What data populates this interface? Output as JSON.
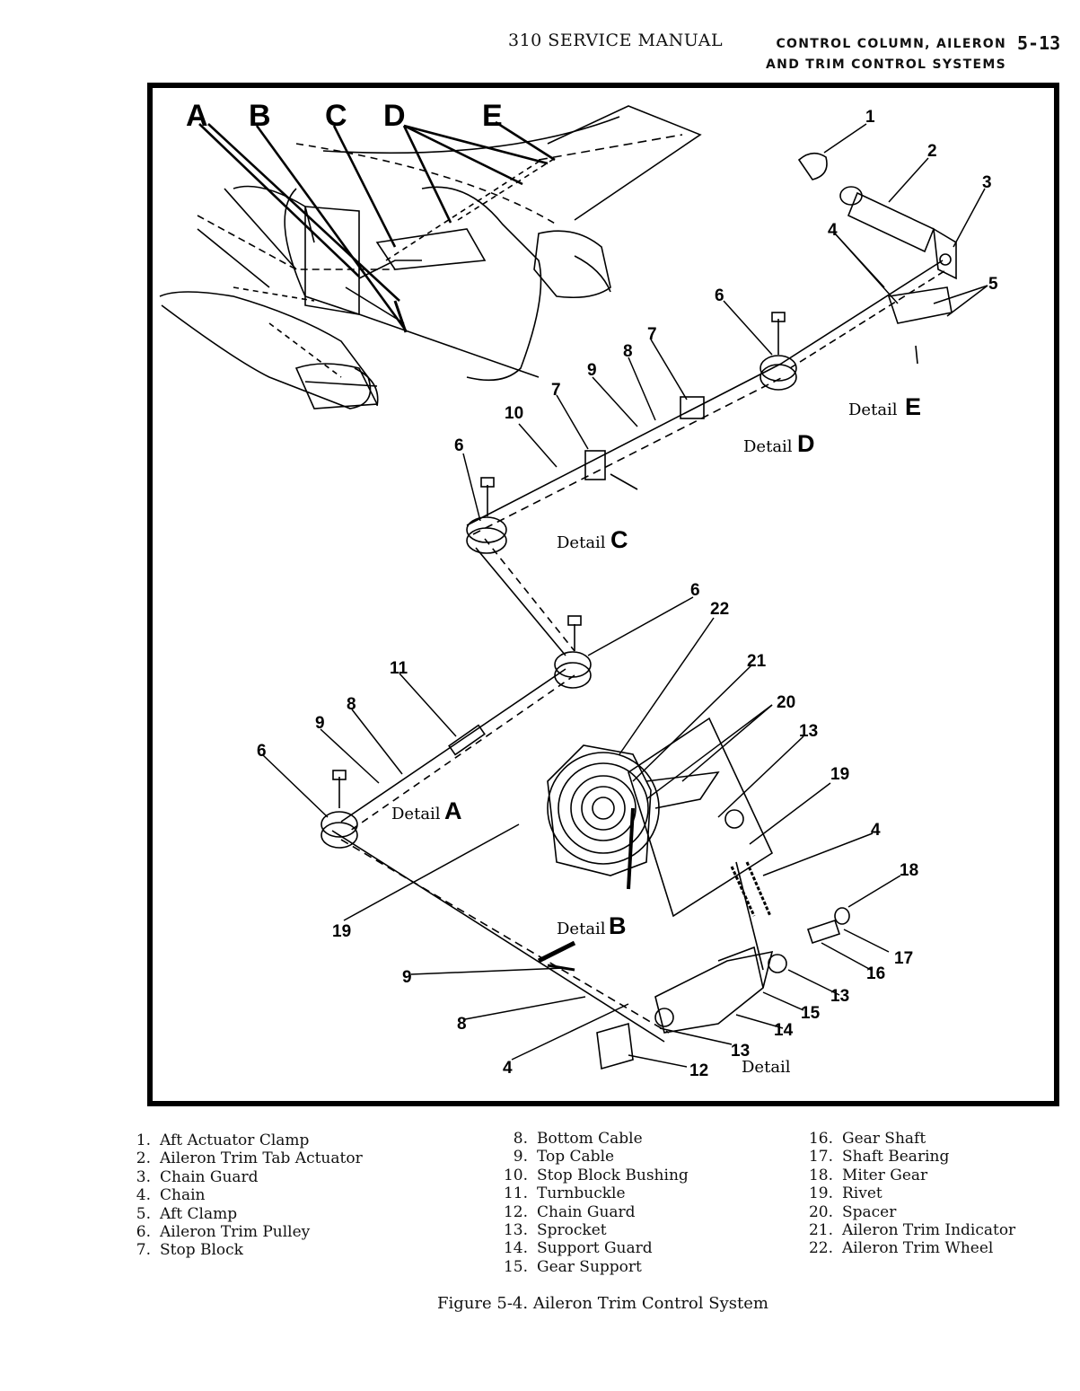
{
  "header": {
    "manual_title": "310 SERVICE MANUAL",
    "section_line1": "CONTROL COLUMN, AILERON",
    "section_line2": "AND TRIM CONTROL SYSTEMS",
    "page_number": "5-13"
  },
  "figure": {
    "location_letters": [
      "A",
      "B",
      "C",
      "D",
      "E"
    ],
    "details": [
      {
        "label": "Detail",
        "letter": "A"
      },
      {
        "label": "Detail",
        "letter": "B"
      },
      {
        "label": "Detail",
        "letter": "C"
      },
      {
        "label": "Detail",
        "letter": "D"
      },
      {
        "label": "Detail",
        "letter": "E"
      },
      {
        "label": "Detail",
        "letter": ""
      }
    ],
    "callouts": [
      "1",
      "2",
      "3",
      "4",
      "4",
      "4",
      "4",
      "5",
      "6",
      "6",
      "6",
      "6",
      "7",
      "7",
      "8",
      "8",
      "8",
      "9",
      "9",
      "9",
      "10",
      "11",
      "12",
      "13",
      "13",
      "13",
      "13",
      "14",
      "15",
      "16",
      "17",
      "18",
      "19",
      "19",
      "20",
      "21",
      "22"
    ],
    "caption": "Figure 5-4.  Aileron Trim Control System"
  },
  "legend": {
    "col1": [
      {
        "num": "1.",
        "text": "Aft Actuator Clamp"
      },
      {
        "num": "2.",
        "text": "Aileron Trim Tab Actuator"
      },
      {
        "num": "3.",
        "text": "Chain Guard"
      },
      {
        "num": "4.",
        "text": "Chain"
      },
      {
        "num": "5.",
        "text": "Aft Clamp"
      },
      {
        "num": "6.",
        "text": "Aileron Trim Pulley"
      },
      {
        "num": "7.",
        "text": "Stop Block"
      }
    ],
    "col2": [
      {
        "num": "8.",
        "text": "Bottom Cable"
      },
      {
        "num": "9.",
        "text": "Top Cable"
      },
      {
        "num": "10.",
        "text": "Stop Block Bushing"
      },
      {
        "num": "11.",
        "text": "Turnbuckle"
      },
      {
        "num": "12.",
        "text": "Chain Guard"
      },
      {
        "num": "13.",
        "text": "Sprocket"
      },
      {
        "num": "14.",
        "text": "Support Guard"
      },
      {
        "num": "15.",
        "text": "Gear Support"
      }
    ],
    "col3": [
      {
        "num": "16.",
        "text": "Gear Shaft"
      },
      {
        "num": "17.",
        "text": "Shaft Bearing"
      },
      {
        "num": "18.",
        "text": "Miter Gear"
      },
      {
        "num": "19.",
        "text": "Rivet"
      },
      {
        "num": "20.",
        "text": "Spacer"
      },
      {
        "num": "21.",
        "text": "Aileron Trim Indicator"
      },
      {
        "num": "22.",
        "text": "Aileron Trim Wheel"
      }
    ]
  }
}
